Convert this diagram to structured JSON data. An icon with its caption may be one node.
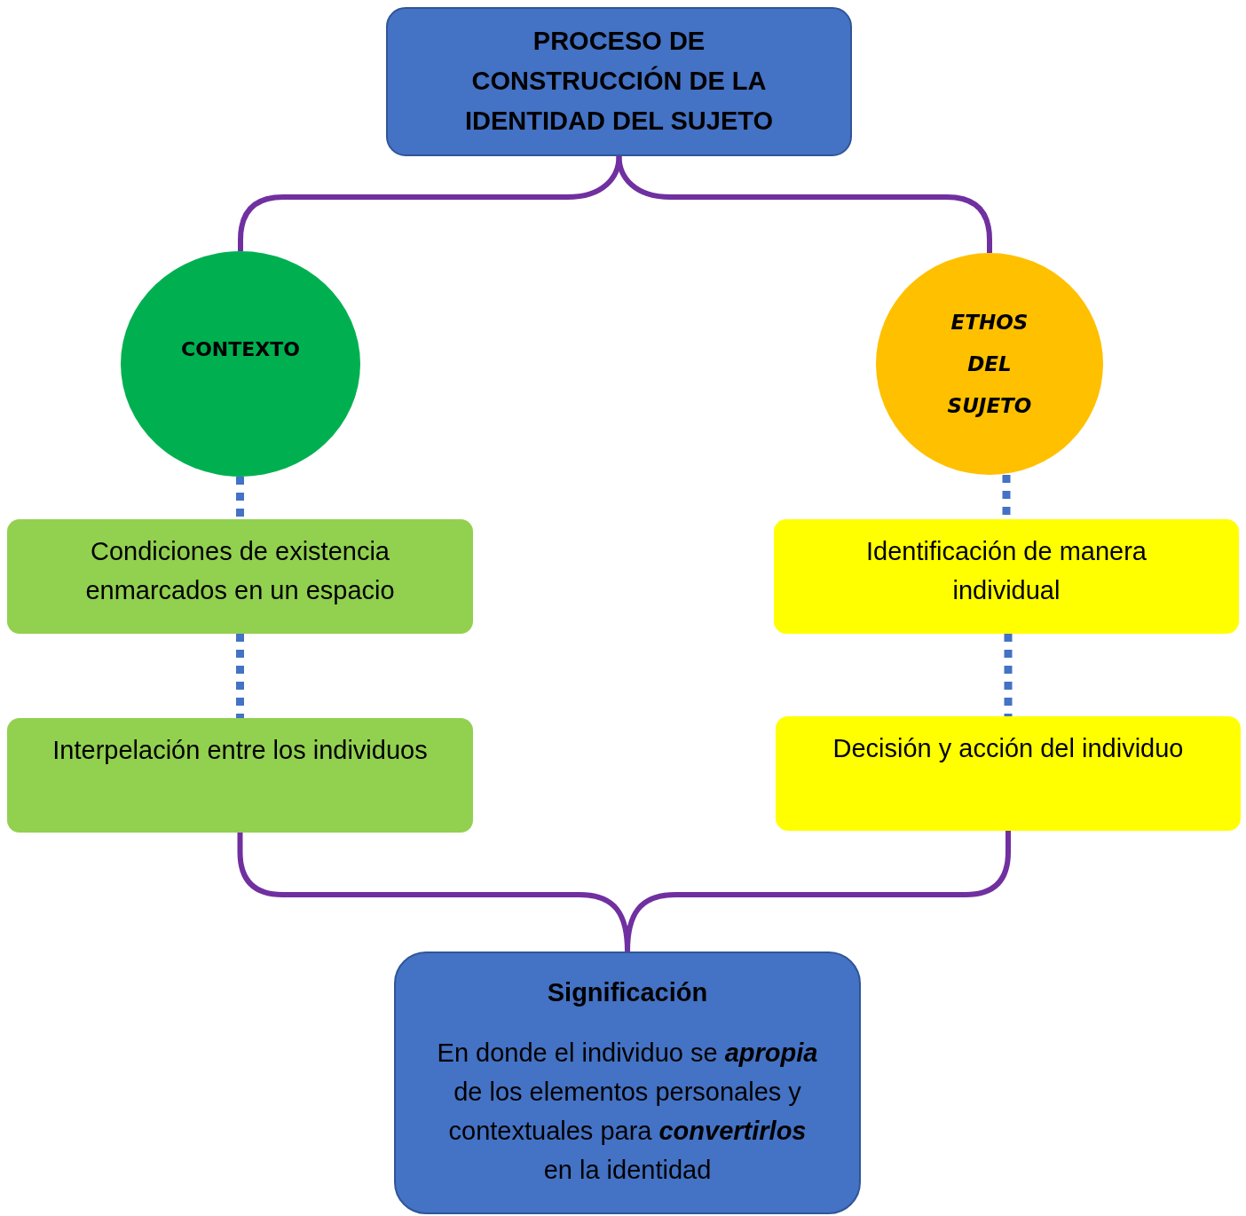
{
  "diagram": {
    "nodes": [
      {
        "text": [
          "PROCESO DE CONSTRUCCIÓN DE LA IDENTIDAD DEL SUJETO"
        ]
      },
      {
        "text": [
          "CONTEXTO"
        ]
      },
      {
        "text": [
          "ETHOS DEL SUJETO"
        ]
      },
      {
        "text": [
          "Condiciones de existencia enmarcados en un espacio"
        ]
      },
      {
        "text": [
          "Identificación de manera individual"
        ]
      },
      {
        "text": [
          "Interpelación entre los individuos"
        ]
      },
      {
        "text": [
          "Decisión y acción del individuo"
        ]
      },
      {
        "text": [
          "Significación",
          "En donde el individuo se **apropia** de los elementos personales y contextuales para **convertirlos** en la identidad"
        ]
      }
    ],
    "edges": [
      {
        "from": 0,
        "to": 1,
        "arrow": "none"
      },
      {
        "from": 0,
        "to": 2,
        "arrow": "none"
      },
      {
        "from": 1,
        "to": 3,
        "arrow": "none",
        "style": "dashed",
        "color": "#4472c4"
      },
      {
        "from": 3,
        "to": 5,
        "arrow": "none",
        "style": "dashed",
        "color": "#4472c4"
      },
      {
        "from": 2,
        "to": 4,
        "arrow": "none",
        "style": "dashed",
        "color": "#4472c4"
      },
      {
        "from": 4,
        "to": 6,
        "arrow": "none",
        "style": "dashed",
        "color": "#4472c4"
      },
      {
        "from": 5,
        "to": 7,
        "arrow": "none"
      },
      {
        "from": 6,
        "to": 7,
        "arrow": "none"
      }
    ]
  }
}
